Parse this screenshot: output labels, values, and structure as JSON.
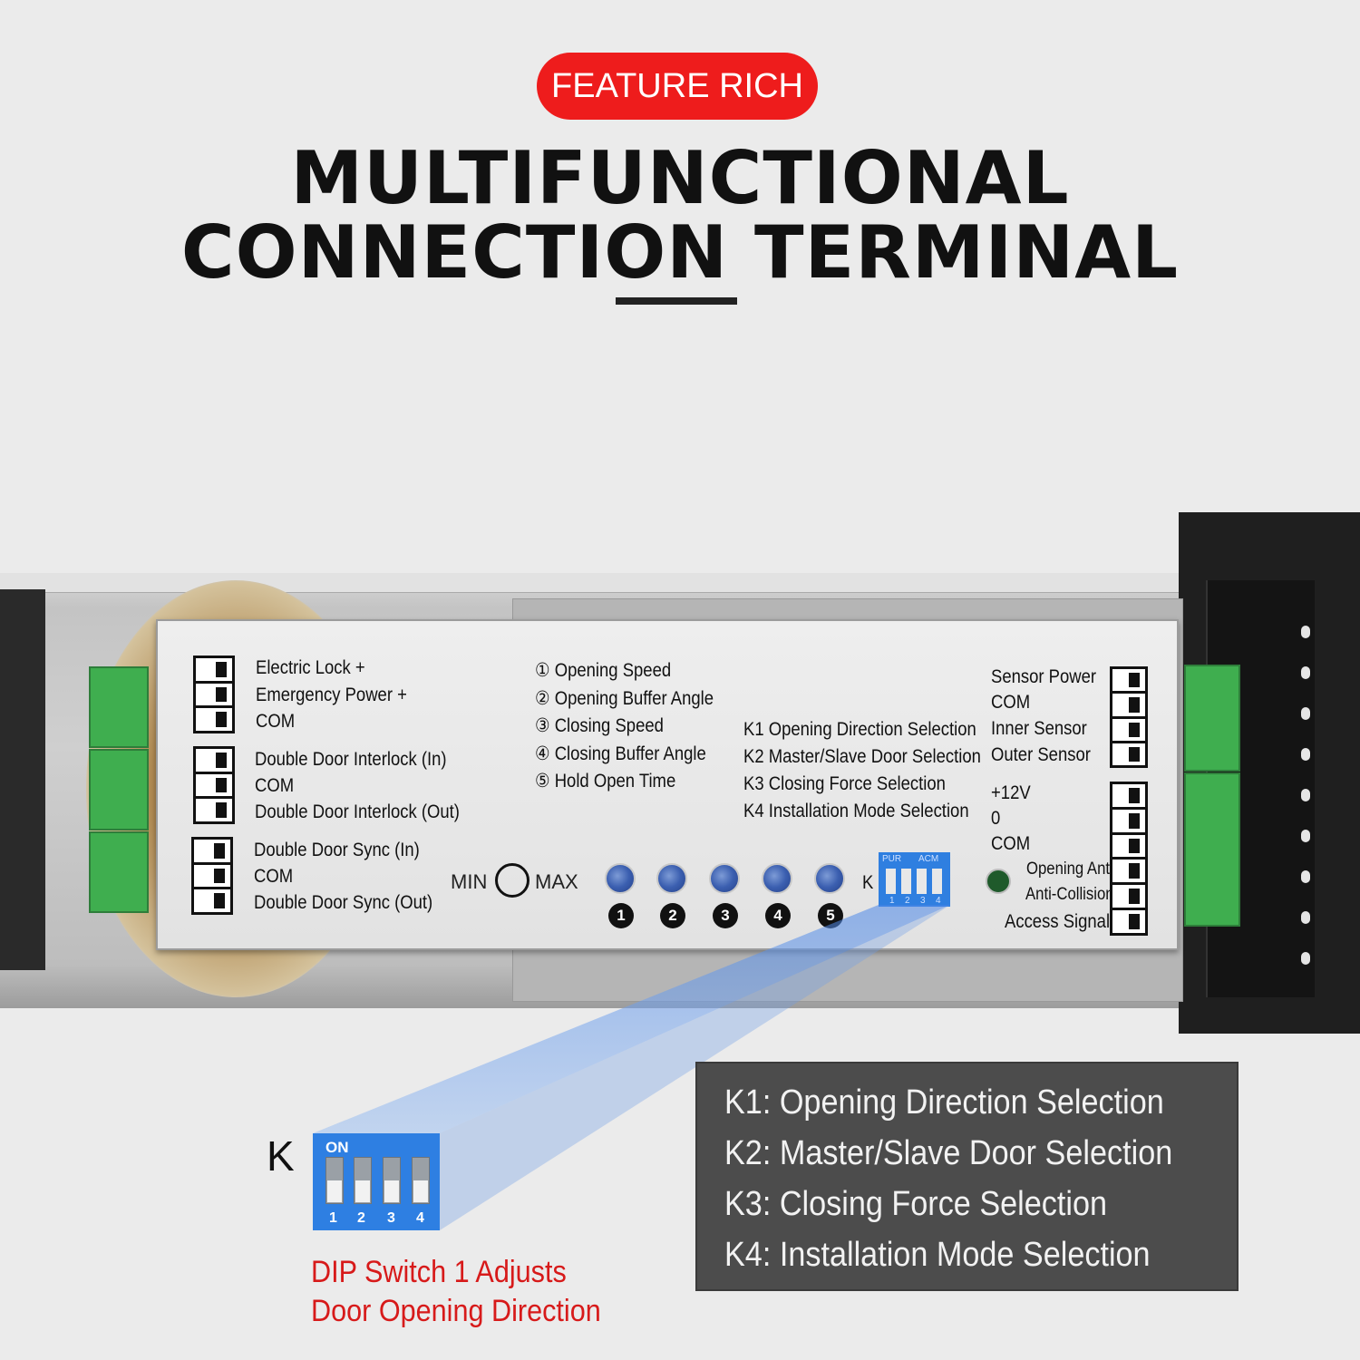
{
  "header": {
    "badge": "FEATURE RICH",
    "title_line1": "MULTIFUNCTIONAL",
    "title_line2": "CONNECTION TERMINAL"
  },
  "panel": {
    "left_labels": [
      "Electric Lock +",
      "Emergency Power +",
      "COM",
      "Double Door Interlock (In)",
      "COM",
      "Double Door Interlock (Out)",
      "Double Door Sync (In)",
      "COM",
      "Double Door Sync (Out)"
    ],
    "adjustments": [
      "① Opening Speed",
      "② Opening Buffer Angle",
      "③ Closing Speed",
      "④ Closing Buffer Angle",
      "⑤ Hold Open Time"
    ],
    "k_switches": [
      "K1 Opening Direction Selection",
      "K2 Master/Slave Door Selection",
      "K3 Closing Force Selection",
      "K4 Installation Mode Selection"
    ],
    "right_labels": [
      "Sensor Power",
      "COM",
      "Inner Sensor",
      "Outer Sensor",
      "+12V",
      "0",
      "COM",
      "Opening Anti-",
      "Anti-Collision",
      "Access Signal"
    ],
    "min_label": "MIN",
    "max_label": "MAX",
    "knob_numbers": [
      "1",
      "2",
      "3",
      "4",
      "5"
    ],
    "k_label": "K",
    "dip_top_labels": [
      "PUR",
      "ACM"
    ],
    "dip_bottom_labels": [
      "1",
      "2",
      "3",
      "4"
    ]
  },
  "zoom": {
    "k_label": "K",
    "on_label": "ON",
    "switch_numbers": [
      "1",
      "2",
      "3",
      "4"
    ],
    "caption_line1": "DIP Switch 1 Adjusts",
    "caption_line2": "Door Opening Direction"
  },
  "legend": [
    "K1: Opening Direction Selection",
    "K2: Master/Slave Door Selection",
    "K3: Closing Force Selection",
    "K4: Installation Mode Selection"
  ],
  "colors": {
    "badge_red": "#ee1c1c",
    "caption_red": "#d71a1a",
    "dip_blue": "#2e7fe2",
    "terminal_green": "#3fae4f",
    "legend_bg": "#4c4c4c"
  }
}
